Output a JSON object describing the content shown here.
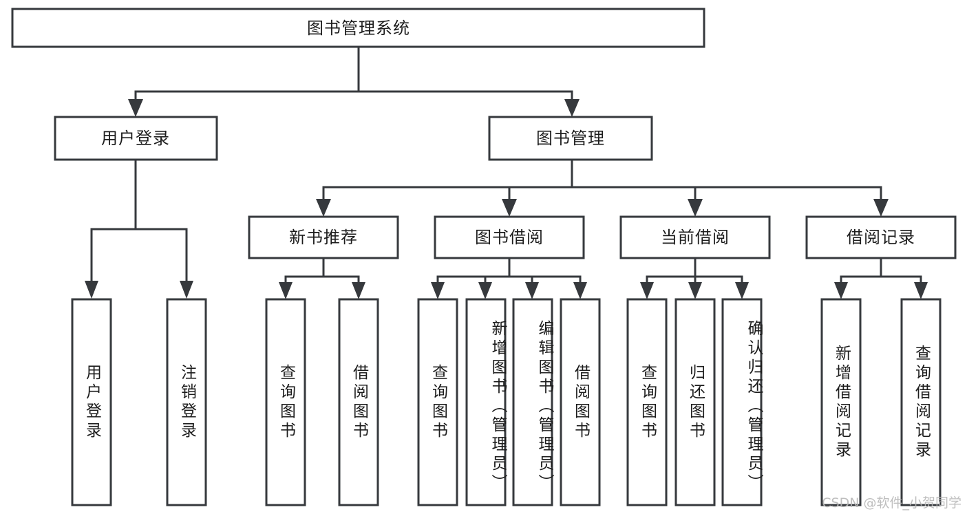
{
  "diagram": {
    "title": "图书管理系统",
    "type": "tree",
    "watermark": "CSDN @软件_小贺同学",
    "colors": {
      "stroke": "#36393d",
      "fill": "#ffffff",
      "text": "#1d1d1d",
      "watermark": "#b8b8b8",
      "background": "#ffffff"
    },
    "nodes": {
      "root": {
        "label": "图书管理系统"
      },
      "level2": [
        {
          "id": "user-login",
          "label": "用户登录"
        },
        {
          "id": "book-manage",
          "label": "图书管理"
        }
      ],
      "level3": [
        {
          "id": "new-book-rec",
          "label": "新书推荐"
        },
        {
          "id": "book-borrow",
          "label": "图书借阅"
        },
        {
          "id": "current-borrow",
          "label": "当前借阅"
        },
        {
          "id": "borrow-record",
          "label": "借阅记录"
        }
      ],
      "leaves": {
        "user-login": [
          {
            "id": "leaf-user-login",
            "label": "用户登录"
          },
          {
            "id": "leaf-logout-login",
            "label": "注销登录"
          }
        ],
        "new-book-rec": [
          {
            "id": "leaf-query-book-1",
            "label": "查询图书"
          },
          {
            "id": "leaf-borrow-book-1",
            "label": "借阅图书"
          }
        ],
        "book-borrow": [
          {
            "id": "leaf-query-book-2",
            "label": "查询图书"
          },
          {
            "id": "leaf-add-book",
            "label": "新增图书（管理员）"
          },
          {
            "id": "leaf-edit-book",
            "label": "编辑图书（管理员）"
          },
          {
            "id": "leaf-borrow-book-2",
            "label": "借阅图书"
          }
        ],
        "current-borrow": [
          {
            "id": "leaf-query-book-3",
            "label": "查询图书"
          },
          {
            "id": "leaf-return-book",
            "label": "归还图书"
          },
          {
            "id": "leaf-confirm-return",
            "label": "确认归还（管理员）"
          }
        ],
        "borrow-record": [
          {
            "id": "leaf-add-record",
            "label": "新增借阅记录"
          },
          {
            "id": "leaf-query-record",
            "label": "查询借阅记录"
          }
        ]
      }
    }
  }
}
